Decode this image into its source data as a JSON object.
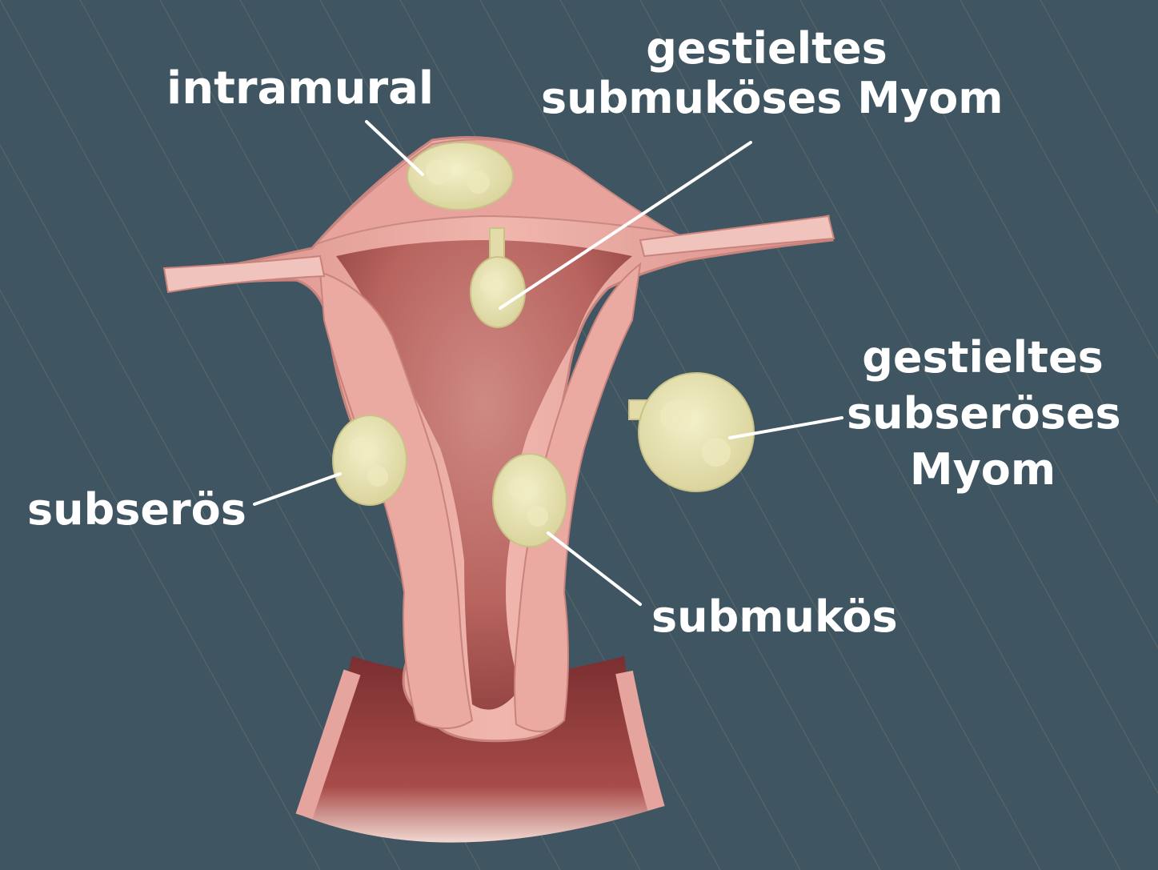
{
  "labels": {
    "intramural": "intramural",
    "gestieltes_submukoeses": {
      "line1": "gestieltes",
      "line2": "submuköses Myom"
    },
    "gestieltes_subseroeses": {
      "line1": "gestieltes",
      "line2": "subseröses",
      "line3": "Myom"
    },
    "subseroes": "subserös",
    "submukoes": "submukös"
  },
  "colors": {
    "background": "#3f5561",
    "background_stripes": "#9a8a6c",
    "tissue": "#e6a49e",
    "tissue_dark": "#c8837c",
    "cavity": "#b65c5a",
    "fibroid": "#ece7b7",
    "label_text": "#ffffff",
    "leader_lines": "#ffffff"
  }
}
